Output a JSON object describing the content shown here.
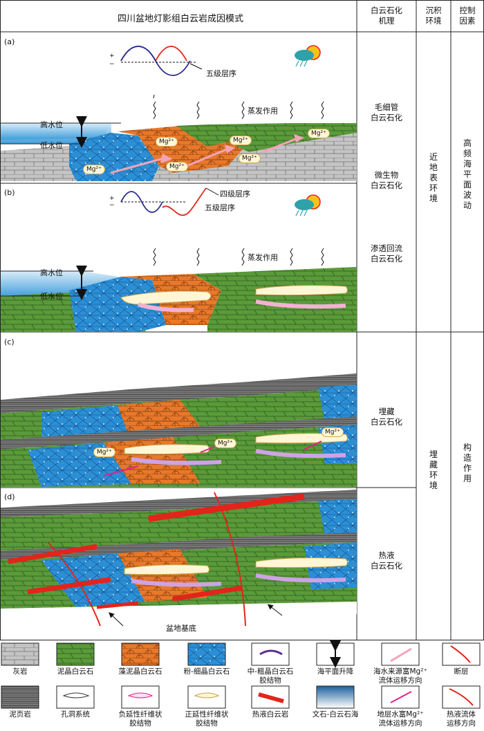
{
  "header": {
    "title": "四川盆地灯影组白云岩成因模式",
    "col_mechanism": [
      "白云石化",
      "机理"
    ],
    "col_environment": [
      "沉积",
      "环境"
    ],
    "col_control": [
      "控制",
      "因素"
    ]
  },
  "panels": {
    "a": {
      "label": "(a)",
      "high_water": "高水位",
      "low_water": "低水位",
      "sequence": "五级层序",
      "evaporation": "蒸发作用",
      "mg": "Mg²⁺"
    },
    "b": {
      "label": "(b)",
      "high_water": "高水位",
      "low_water": "低水位",
      "sequence4": "四级层序",
      "sequence5": "五级层序",
      "evaporation": "蒸发作用"
    },
    "c": {
      "label": "(c)",
      "mg": "Mg²⁺"
    },
    "d": {
      "label": "(d)",
      "basement": "盆地基底"
    }
  },
  "mechanisms": {
    "capillary": [
      "毛细管",
      "白云石化"
    ],
    "microbial": [
      "微生物",
      "白云石化"
    ],
    "seepage": [
      "渗透回流",
      "白云石化"
    ],
    "burial": [
      "埋藏",
      "白云石化"
    ],
    "hydrothermal": [
      "热液",
      "白云石化"
    ]
  },
  "environments": {
    "near_surface": "近地表环境",
    "burial": "埋藏环境"
  },
  "controls": {
    "sea_level": "高频海平面波动",
    "tectonic": "构造作用"
  },
  "legend": {
    "row1": [
      {
        "name": "limestone",
        "label": [
          "灰岩"
        ]
      },
      {
        "name": "micritic-dolomite",
        "label": [
          "泥晶白云石"
        ]
      },
      {
        "name": "algal-micritic-dolomite",
        "label": [
          "藻泥晶白云石"
        ]
      },
      {
        "name": "fine-crystalline-dolomite",
        "label": [
          "粉-细晶白云石"
        ]
      },
      {
        "name": "medium-coarse-dolomite-cement",
        "label": [
          "中-粗晶白云石",
          "胶结物"
        ]
      },
      {
        "name": "sea-level-change",
        "label": [
          "海平面升降"
        ]
      },
      {
        "name": "seawater-mg-fluid",
        "label": [
          "海水来源富Mg²⁺",
          "流体运移方向"
        ]
      },
      {
        "name": "fault",
        "label": [
          "断层"
        ]
      }
    ],
    "row2": [
      {
        "name": "mud-shale",
        "label": [
          "泥页岩"
        ]
      },
      {
        "name": "pore-cave-system",
        "label": [
          "孔洞系统"
        ]
      },
      {
        "name": "negative-fibrous-cement",
        "label": [
          "负延性纤维状",
          "胶结物"
        ]
      },
      {
        "name": "positive-fibrous-cement",
        "label": [
          "正延性纤维状",
          "胶结物"
        ]
      },
      {
        "name": "hydrothermal-dolomite",
        "label": [
          "热液白云岩"
        ]
      },
      {
        "name": "stromatolite-sea",
        "label": [
          "文石-白云石海"
        ]
      },
      {
        "name": "formation-water-mg-fluid",
        "label": [
          "地层水富Mg²⁺",
          "流体运移方向"
        ]
      },
      {
        "name": "hydrothermal-fluid",
        "label": [
          "热液流体",
          "运移方向"
        ]
      }
    ]
  },
  "colors": {
    "green": "#5a9a3a",
    "orange": "#e8782a",
    "blue": "#2b8fd6",
    "gray": "#bdbdbd",
    "shale": "#555555",
    "red": "#e3241b",
    "pink": "#f4a3b8",
    "magenta": "#e0208c",
    "purple": "#5b2d8e"
  }
}
